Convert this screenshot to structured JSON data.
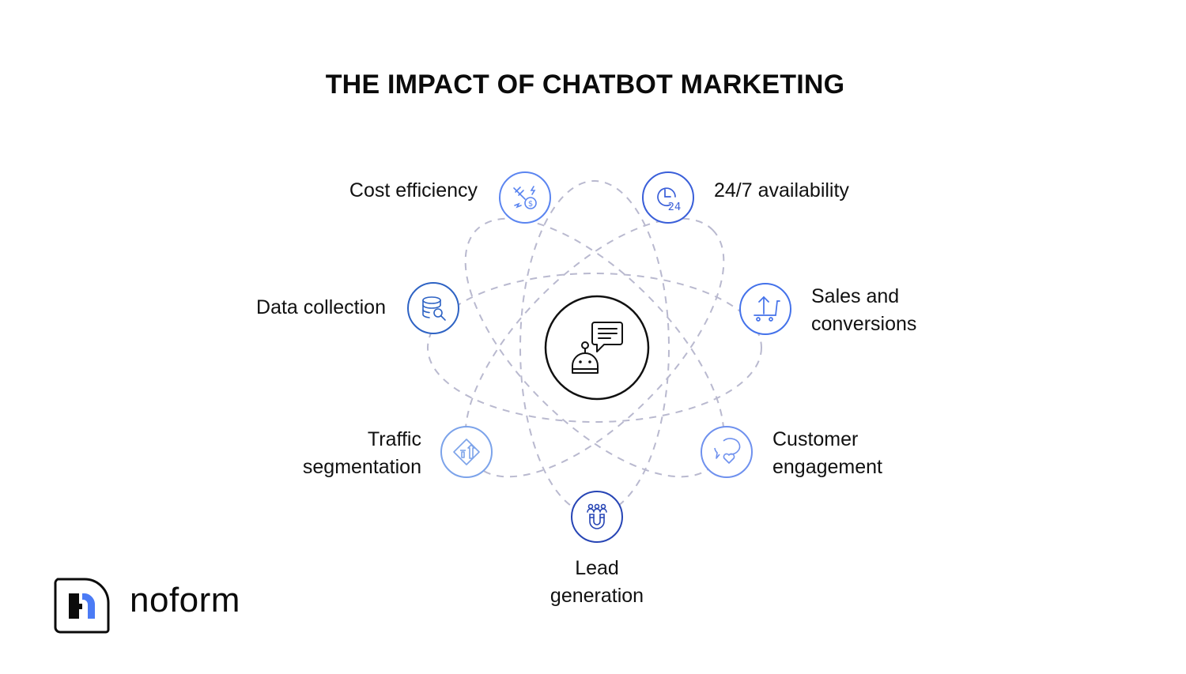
{
  "title": "THE IMPACT OF CHATBOT MARKETING",
  "center": {
    "icon": "chatbot-message-icon"
  },
  "items": [
    {
      "label": "Cost efficiency",
      "icon": "cost-cut-dollar-icon",
      "color": "#5b85f0"
    },
    {
      "label": "24/7 availability",
      "icon": "clock-24-icon",
      "color": "#3a5fd9"
    },
    {
      "label_line1": "Sales and",
      "label_line2": "conversions",
      "icon": "cart-upload-icon",
      "color": "#4472ea"
    },
    {
      "label_line1": "Customer",
      "label_line2": "engagement",
      "icon": "chat-heart-icon",
      "color": "#6f91ee"
    },
    {
      "label_line1": "Lead",
      "label_line2": "generation",
      "icon": "people-magnet-icon",
      "color": "#2745b5"
    },
    {
      "label_line1": "Traffic",
      "label_line2": "segmentation",
      "icon": "road-sign-icon",
      "color": "#7ca3ea"
    },
    {
      "label": "Data collection",
      "icon": "database-search-icon",
      "color": "#2e63c4"
    }
  ],
  "colors": {
    "orbit": "#b9b9cf",
    "center_stroke": "#111111",
    "logo_blue": "#4b7bf5"
  },
  "brand": {
    "name": "noform"
  }
}
